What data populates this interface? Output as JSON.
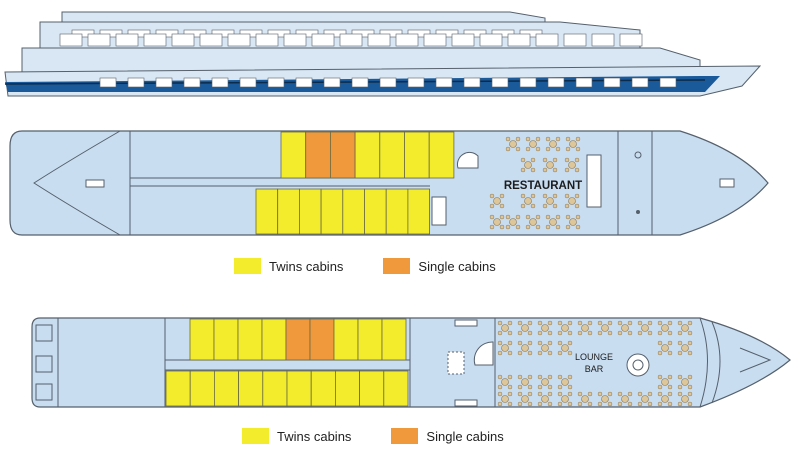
{
  "colors": {
    "hull": "#c9ddf1",
    "outline": "#55606c",
    "twin": "#f2ec2c",
    "single": "#f0983c",
    "table": "#ddc79a",
    "stripe": "#1a5a9a"
  },
  "deck1": {
    "room_label": "RESTAURANT",
    "top_row": [
      "twin",
      "single",
      "single",
      "twin",
      "twin",
      "twin",
      "twin"
    ],
    "bottom_row": [
      "twin",
      "twin",
      "twin",
      "twin",
      "twin",
      "twin",
      "twin",
      "twin"
    ]
  },
  "deck2": {
    "room_label_1": "LOUNGE",
    "room_label_2": "BAR",
    "top_row": [
      "twin",
      "twin",
      "twin",
      "twin",
      "single",
      "single",
      "twin",
      "twin",
      "twin"
    ],
    "bottom_row": [
      "twin",
      "twin",
      "twin",
      "twin",
      "twin",
      "twin",
      "twin",
      "twin",
      "twin",
      "twin"
    ]
  },
  "legend": {
    "twin_label": "Twins cabins",
    "single_label": "Single cabins"
  }
}
